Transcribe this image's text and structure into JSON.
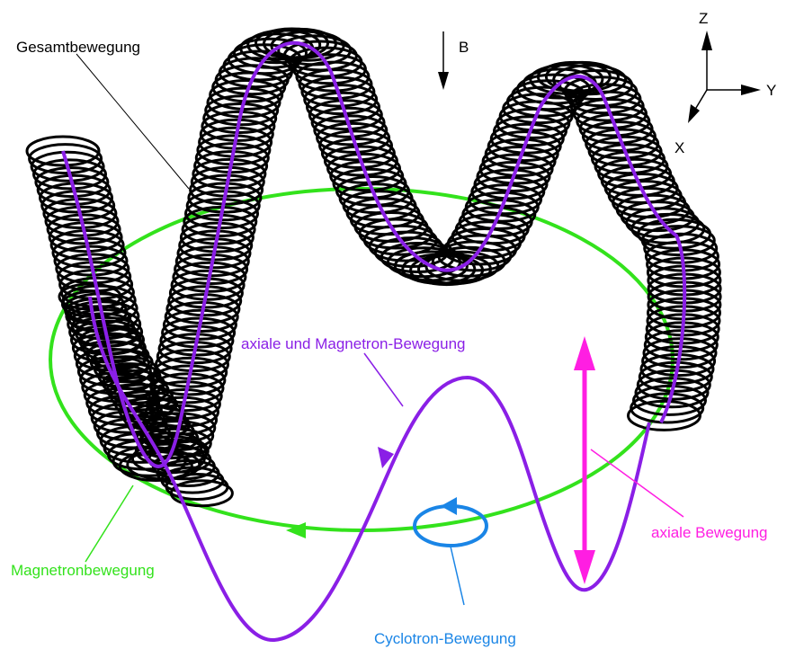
{
  "labels": {
    "total_motion": "Gesamtbewegung",
    "field": "B",
    "axial_magnetron": "axiale und Magnetron-Bewegung",
    "axial": "axiale Bewegung",
    "magnetron": "Magnetronbewegung",
    "cyclotron": "Cyclotron-Bewegung"
  },
  "axes": {
    "z": "Z",
    "y": "Y",
    "x": "X"
  },
  "colors": {
    "magnetron": "#33e21c",
    "axial_magnetron": "#8a1fe6",
    "axial": "#ff1ee2",
    "cyclotron": "#1a85e6",
    "total": "#000000"
  }
}
